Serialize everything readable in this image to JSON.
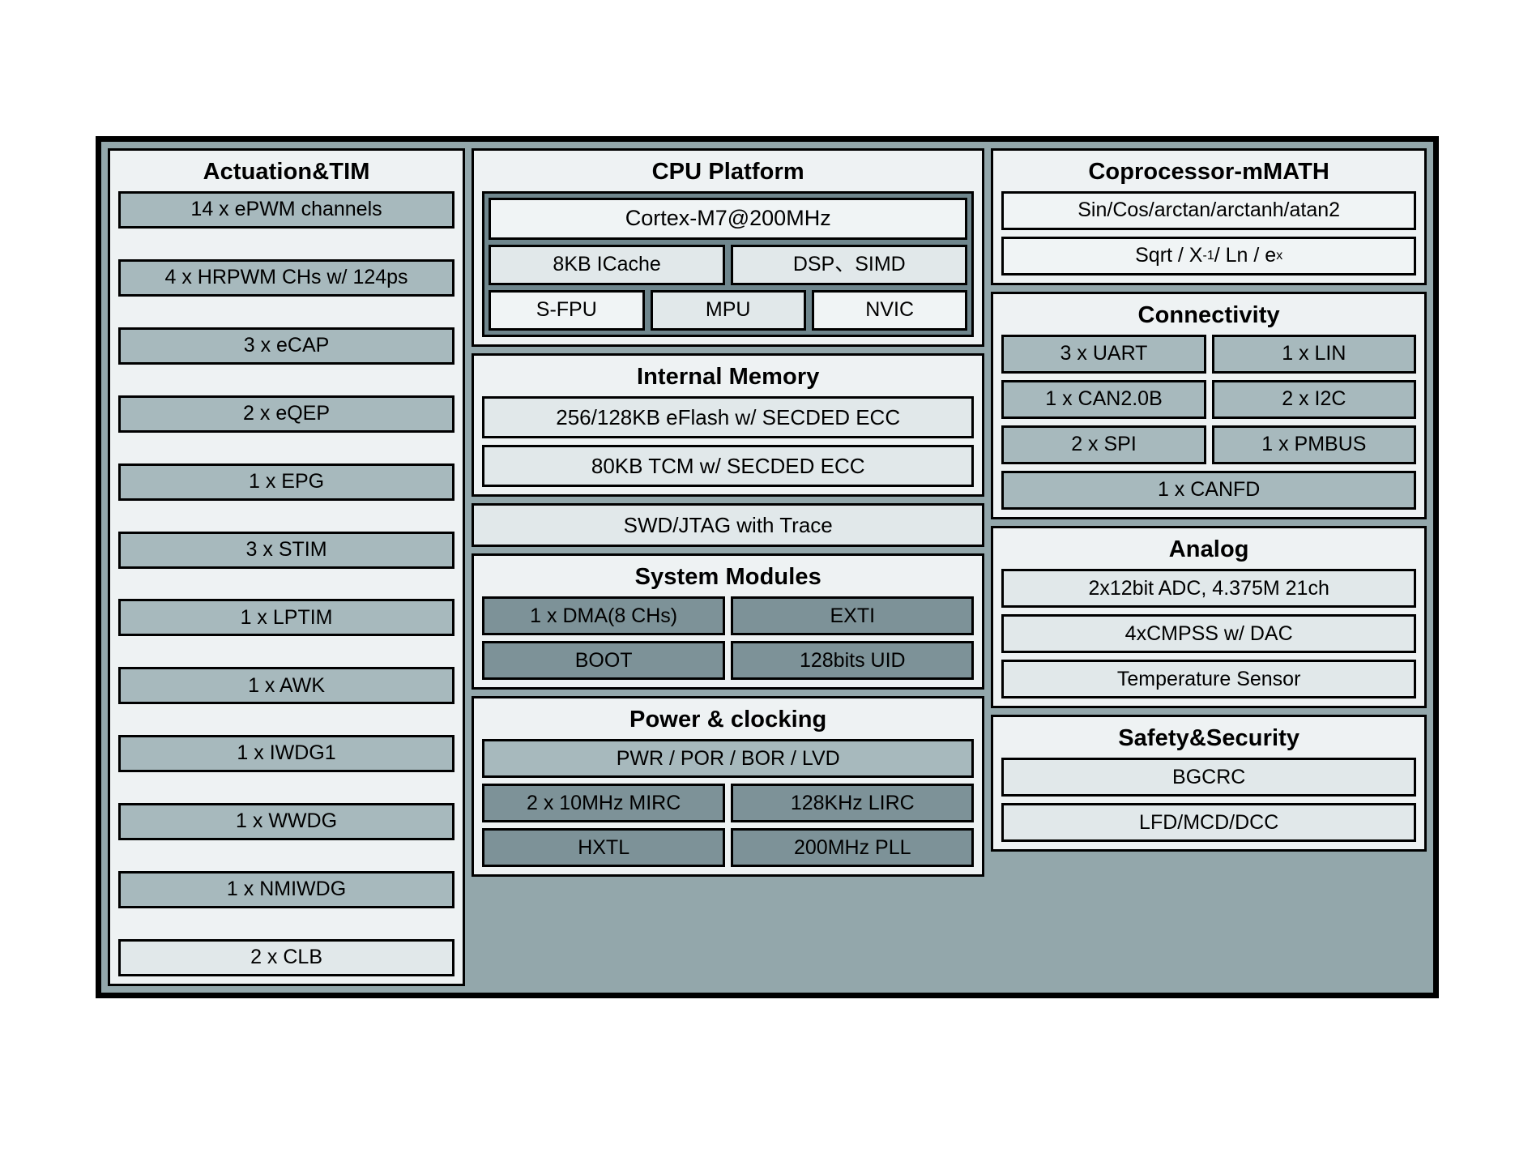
{
  "diagram": {
    "title_visible": false,
    "colors": {
      "frame_fill": "#93a7ab",
      "panel_fill": "#eef2f3",
      "cell_mid": "#a7b9bd",
      "cell_dark": "#7d9298",
      "cell_light": "#e1e8ea",
      "cell_pale": "#f0f4f5",
      "outline": "#000000",
      "cpu_inner_fill": "#6f868d"
    }
  },
  "left_column": {
    "actuation": {
      "title": "Actuation&TIM",
      "items": [
        {
          "label": "14 x ePWM channels",
          "fill": "mid"
        },
        {
          "label": "4 x HRPWM CHs w/ 124ps",
          "fill": "mid"
        },
        {
          "label": "3 x eCAP",
          "fill": "mid"
        },
        {
          "label": "2 x eQEP",
          "fill": "mid"
        },
        {
          "label": "1 x EPG",
          "fill": "mid"
        },
        {
          "label": "3 x STIM",
          "fill": "mid"
        },
        {
          "label": "1 x LPTIM",
          "fill": "mid"
        },
        {
          "label": "1 x AWK",
          "fill": "mid"
        },
        {
          "label": "1 x IWDG1",
          "fill": "mid"
        },
        {
          "label": "1 x WWDG",
          "fill": "mid"
        },
        {
          "label": "1 x NMIWDG",
          "fill": "mid"
        },
        {
          "label": "2 x CLB",
          "fill": "light"
        }
      ]
    }
  },
  "middle_column": {
    "cpu_platform": {
      "title": "CPU Platform",
      "core": {
        "label": "Cortex-M7@200MHz",
        "fill": "pale"
      },
      "row1": [
        {
          "label": "8KB ICache",
          "fill": "light"
        },
        {
          "label": "DSP、SIMD",
          "fill": "light"
        }
      ],
      "row2": [
        {
          "label": "S-FPU",
          "fill": "pale"
        },
        {
          "label": "MPU",
          "fill": "light"
        },
        {
          "label": "NVIC",
          "fill": "pale"
        }
      ]
    },
    "internal_memory": {
      "title": "Internal Memory",
      "items": [
        {
          "label": "256/128KB eFlash w/ SECDED ECC",
          "fill": "light"
        },
        {
          "label": "80KB TCM w/ SECDED ECC",
          "fill": "light"
        }
      ]
    },
    "debug": {
      "label": "SWD/JTAG with Trace",
      "fill": "light"
    },
    "system_modules": {
      "title": "System Modules",
      "row1": [
        {
          "label": "1 x DMA(8 CHs)",
          "fill": "dark"
        },
        {
          "label": "EXTI",
          "fill": "dark"
        }
      ],
      "row2": [
        {
          "label": "BOOT",
          "fill": "dark"
        },
        {
          "label": "128bits UID",
          "fill": "dark"
        }
      ]
    },
    "power_clocking": {
      "title": "Power & clocking",
      "full": {
        "label": "PWR / POR / BOR / LVD",
        "fill": "mid"
      },
      "row1": [
        {
          "label": "2 x 10MHz MIRC",
          "fill": "dark"
        },
        {
          "label": "128KHz LIRC",
          "fill": "dark"
        }
      ],
      "row2": [
        {
          "label": "HXTL",
          "fill": "dark"
        },
        {
          "label": "200MHz PLL",
          "fill": "dark"
        }
      ]
    }
  },
  "right_column": {
    "coprocessor": {
      "title": "Coprocessor-mMATH",
      "items": [
        {
          "label": "Sin/Cos/arctan/arctanh/atan2",
          "fill": "pale",
          "html": false
        },
        {
          "label": "Sqrt / X-1 / Ln / ex",
          "fill": "pale",
          "html": true,
          "parts": [
            "Sqrt / X",
            "-1",
            " / Ln / e",
            "x"
          ]
        }
      ]
    },
    "connectivity": {
      "title": "Connectivity",
      "row1": [
        {
          "label": "3 x UART",
          "fill": "mid"
        },
        {
          "label": "1 x LIN",
          "fill": "mid"
        }
      ],
      "row2": [
        {
          "label": "1 x CAN2.0B",
          "fill": "mid"
        },
        {
          "label": "2 x I2C",
          "fill": "mid"
        }
      ],
      "row3": [
        {
          "label": "2 x SPI",
          "fill": "mid"
        },
        {
          "label": "1 x PMBUS",
          "fill": "mid"
        }
      ],
      "full": {
        "label": "1 x CANFD",
        "fill": "mid"
      }
    },
    "analog": {
      "title": "Analog",
      "items": [
        {
          "label": "2x12bit ADC, 4.375M 21ch",
          "fill": "light"
        },
        {
          "label": "4xCMPSS w/ DAC",
          "fill": "light"
        },
        {
          "label": "Temperature Sensor",
          "fill": "light"
        }
      ]
    },
    "safety_security": {
      "title": "Safety&Security",
      "items": [
        {
          "label": "BGCRC",
          "fill": "light"
        },
        {
          "label": "LFD/MCD/DCC",
          "fill": "light"
        }
      ]
    }
  }
}
